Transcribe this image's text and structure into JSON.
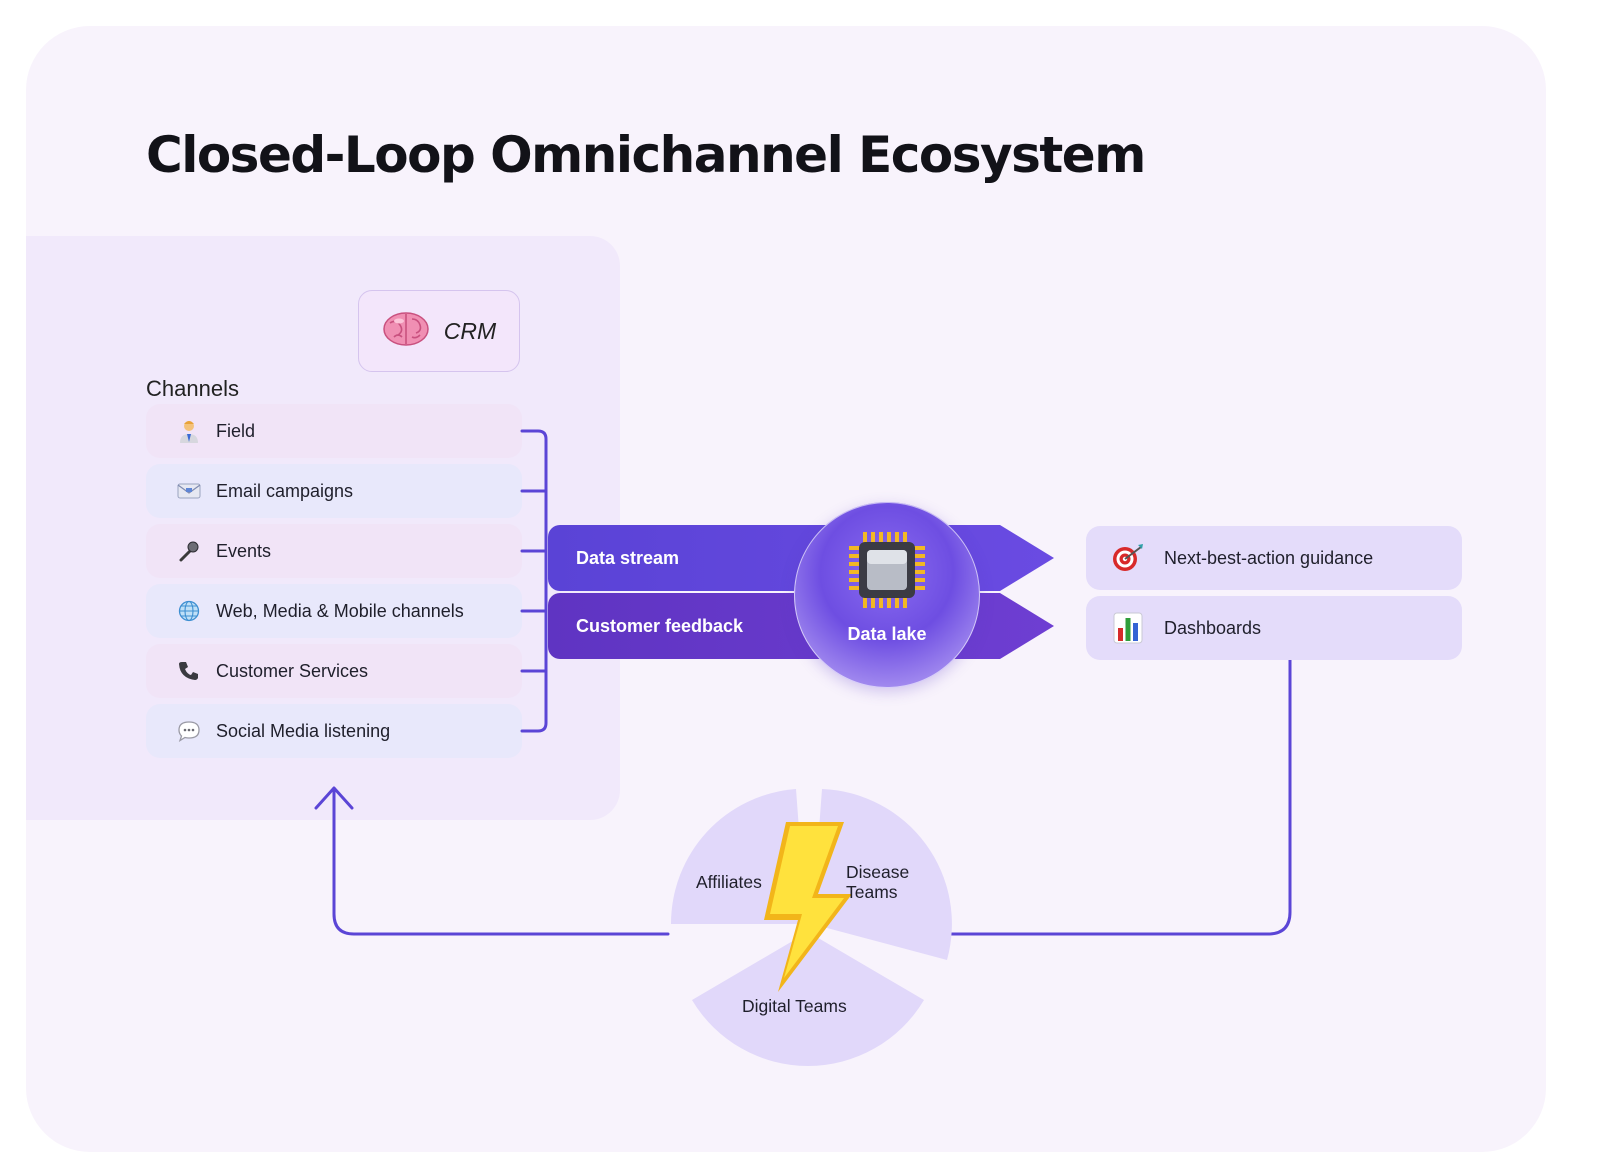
{
  "title": "Closed-Loop Omnichannel Ecosystem",
  "crm": {
    "label": "CRM",
    "icon": "brain-icon"
  },
  "channels": {
    "heading": "Channels",
    "items": [
      {
        "label": "Field",
        "icon": "person-icon",
        "bg": "#f1e4f7"
      },
      {
        "label": "Email campaigns",
        "icon": "envelope-icon",
        "bg": "#e8e8fb"
      },
      {
        "label": "Events",
        "icon": "microphone-icon",
        "bg": "#f1e4f7"
      },
      {
        "label": "Web, Media & Mobile channels",
        "icon": "globe-icon",
        "bg": "#e8e8fb"
      },
      {
        "label": "Customer Services",
        "icon": "phone-icon",
        "bg": "#f1e4f7"
      },
      {
        "label": "Social Media listening",
        "icon": "speech-bubble-icon",
        "bg": "#e8e8fb"
      }
    ]
  },
  "flows": {
    "data_stream": "Data stream",
    "customer_feedback": "Customer feedback"
  },
  "data_lake": {
    "label": "Data lake",
    "icon": "chip-icon"
  },
  "outputs": [
    {
      "label": "Next-best-action guidance",
      "icon": "target-icon"
    },
    {
      "label": "Dashboards",
      "icon": "bar-chart-icon"
    }
  ],
  "teams": {
    "affiliates": "Affiliates",
    "disease_line1": "Disease",
    "disease_line2": "Teams",
    "digital": "Digital Teams",
    "icon": "lightning-icon"
  },
  "colors": {
    "accent": "#5b45d6",
    "panel": "#f1e9fb",
    "card": "#f8f3fc",
    "pie": "#e1d8fa"
  }
}
